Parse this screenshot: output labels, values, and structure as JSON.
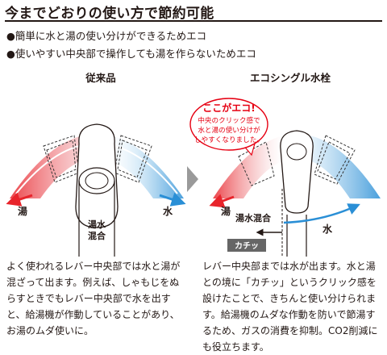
{
  "title": "今までどおりの使い方で節約可能",
  "bullets": [
    "●簡単に水と湯の使い分けができるためエコ",
    "●使いやすい中央部で操作しても湯を作らないためエコ"
  ],
  "left": {
    "heading": "従来品",
    "hot_label": "湯",
    "cold_label": "水",
    "mix_label": [
      "湯水",
      "混合"
    ],
    "description": "よく使われるレバー中央部では水と湯が混ざって出ます。例えば、しゃもじをぬらすときでもレバー中央部で水を出すと、給湯機が作動していることがあり、お湯のムダ使いに。"
  },
  "right": {
    "heading": "エコシングル水栓",
    "hot_label": "湯",
    "cold_label": "水",
    "mix_label": "湯水混合",
    "click_label": "カチッ",
    "bubble": {
      "title": "ここがエコ!",
      "lines": [
        "中央のクリック感で",
        "水と湯の使い分けが",
        "しやすくなりました。"
      ]
    },
    "description": "レバー中央部までは水が出ます。水と湯との境に「カチッ」というクリック感を設けたことで、きちんと使い分けられます。給湯機のムダな作動を防いで節湯するため、ガスの消費を抑制。CO2削減にも役立ちます。"
  },
  "colors": {
    "hot": "#e8242b",
    "cold": "#2a8fd6",
    "eco_red": "#e60012",
    "arrow_gray": "#9a9a9a"
  }
}
